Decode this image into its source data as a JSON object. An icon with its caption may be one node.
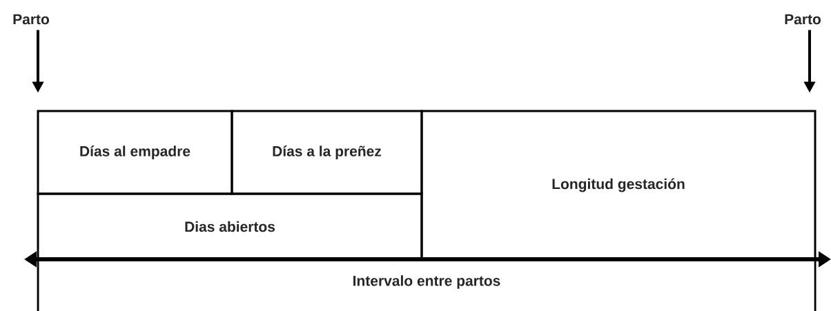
{
  "diagram": {
    "nodes": [
      {
        "text": [
          "Parto"
        ]
      },
      {
        "text": [
          "Parto"
        ]
      },
      {
        "text": [
          "Días al empadre"
        ]
      },
      {
        "text": [
          "Días a la preñez"
        ]
      },
      {
        "text": [
          "Dias abiertos"
        ]
      },
      {
        "text": [
          "Longitud gestación"
        ]
      }
    ],
    "edges": [
      {
        "from": 0,
        "to": null,
        "arrow": "to"
      },
      {
        "from": 1,
        "to": null,
        "arrow": "to"
      }
    ],
    "labels": [
      "Intervalo entre partos"
    ]
  }
}
